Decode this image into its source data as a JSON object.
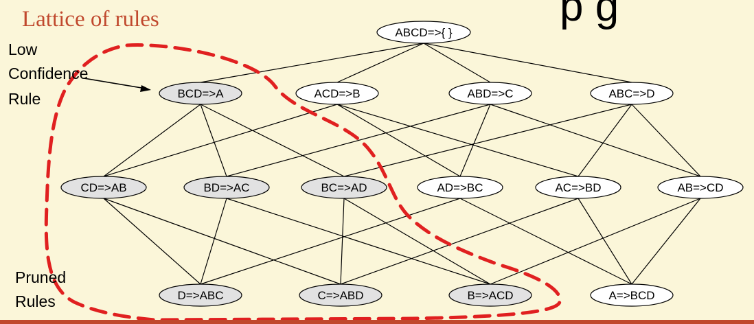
{
  "header": {
    "title": "Lattice of rules",
    "heading_partial": "p    g"
  },
  "annotations": {
    "low_confidence": [
      "Low",
      "Confidence",
      "Rule"
    ],
    "pruned": [
      "Pruned",
      "Rules"
    ]
  },
  "colors": {
    "background": "#FBF6D9",
    "title": "#C0482D",
    "pruned_region_border": "#E02020",
    "pruned_node_fill": "#E2E2E2",
    "active_node_fill": "#FFFFFF",
    "bottom_bar": "#C0482D"
  },
  "lattice": {
    "levels": [
      [
        {
          "id": "ABCD",
          "label": "ABCD=>{ }",
          "pruned": false
        }
      ],
      [
        {
          "id": "BCD",
          "label": "BCD=>A",
          "pruned": true
        },
        {
          "id": "ACD",
          "label": "ACD=>B",
          "pruned": false
        },
        {
          "id": "ABD",
          "label": "ABD=>C",
          "pruned": false
        },
        {
          "id": "ABC",
          "label": "ABC=>D",
          "pruned": false
        }
      ],
      [
        {
          "id": "CD",
          "label": "CD=>AB",
          "pruned": true
        },
        {
          "id": "BD",
          "label": "BD=>AC",
          "pruned": true
        },
        {
          "id": "BC",
          "label": "BC=>AD",
          "pruned": true
        },
        {
          "id": "AD",
          "label": "AD=>BC",
          "pruned": false
        },
        {
          "id": "AC",
          "label": "AC=>BD",
          "pruned": false
        },
        {
          "id": "AB",
          "label": "AB=>CD",
          "pruned": false
        }
      ],
      [
        {
          "id": "D",
          "label": "D=>ABC",
          "pruned": true
        },
        {
          "id": "C",
          "label": "C=>ABD",
          "pruned": true
        },
        {
          "id": "B",
          "label": "B=>ACD",
          "pruned": true
        },
        {
          "id": "A",
          "label": "A=>BCD",
          "pruned": false
        }
      ]
    ],
    "edges": [
      [
        "ABCD",
        "BCD"
      ],
      [
        "ABCD",
        "ACD"
      ],
      [
        "ABCD",
        "ABD"
      ],
      [
        "ABCD",
        "ABC"
      ],
      [
        "BCD",
        "CD"
      ],
      [
        "BCD",
        "BD"
      ],
      [
        "BCD",
        "BC"
      ],
      [
        "ACD",
        "CD"
      ],
      [
        "ACD",
        "AD"
      ],
      [
        "ACD",
        "AC"
      ],
      [
        "ABD",
        "BD"
      ],
      [
        "ABD",
        "AD"
      ],
      [
        "ABD",
        "AB"
      ],
      [
        "ABC",
        "BC"
      ],
      [
        "ABC",
        "AC"
      ],
      [
        "ABC",
        "AB"
      ],
      [
        "CD",
        "D"
      ],
      [
        "CD",
        "C"
      ],
      [
        "BD",
        "D"
      ],
      [
        "BD",
        "B"
      ],
      [
        "BC",
        "C"
      ],
      [
        "BC",
        "B"
      ],
      [
        "AD",
        "D"
      ],
      [
        "AD",
        "A"
      ],
      [
        "AC",
        "C"
      ],
      [
        "AC",
        "A"
      ],
      [
        "AB",
        "B"
      ],
      [
        "AB",
        "A"
      ]
    ]
  }
}
